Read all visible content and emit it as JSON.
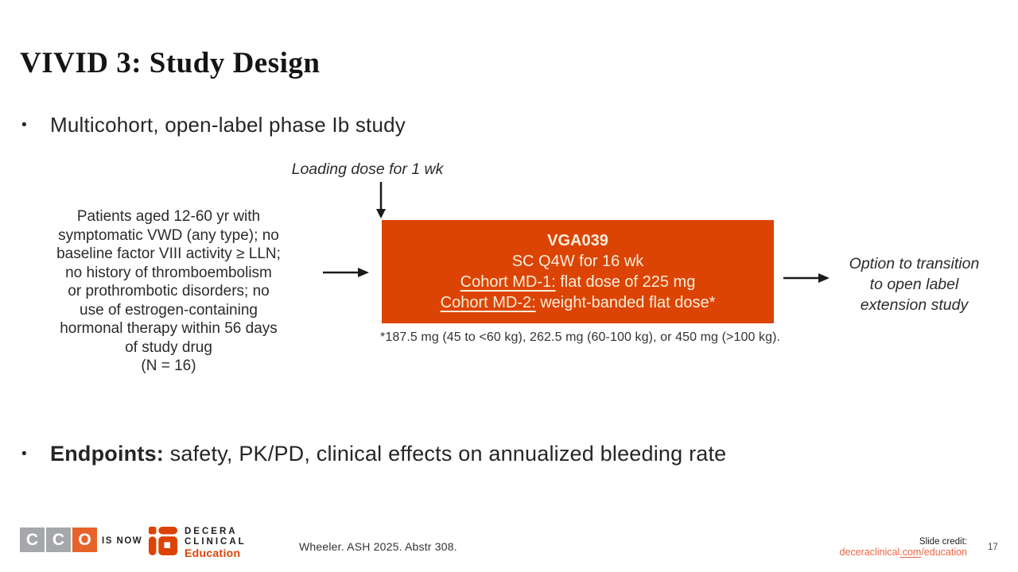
{
  "slide": {
    "title": "VIVID 3: Study Design",
    "bullet_marker": "•",
    "bullet_first": "Multicohort, open-label phase Ib study",
    "endpoints_label": "Endpoints:",
    "endpoints_rest": " safety, PK/PD, clinical effects on annualized bleeding rate"
  },
  "diagram": {
    "loading_label": "Loading dose for 1 wk",
    "population_lines": [
      "Patients aged 12-60 yr with",
      "symptomatic VWD (any type); no",
      "baseline factor VIII activity ≥ LLN;",
      "no history of thromboembolism",
      "or prothrombotic disorders; no",
      "use of estrogen-containing",
      "hormonal therapy within 56 days",
      "of study drug",
      "(N = 16)"
    ],
    "box": {
      "title": "VGA039",
      "line2": "SC Q4W for 16 wk",
      "cohort1_label": "Cohort MD-1:",
      "cohort1_rest": " flat dose of 225 mg",
      "cohort2_label": "Cohort MD-2:",
      "cohort2_rest": " weight-banded flat dose*"
    },
    "footnote": "*187.5 mg (45 to <60 kg), 262.5 mg (60-100 kg), or 450 mg (>100 kg).",
    "outcome_lines": [
      "Option to transition",
      "to open label",
      "extension study"
    ]
  },
  "footer": {
    "cco_letters": [
      "C",
      "C",
      "O"
    ],
    "is_now": "IS NOW",
    "decera_line1": "DECERA",
    "decera_line2": "CLINICAL",
    "decera_line3": "Education",
    "citation": "Wheeler. ASH 2025. Abstr 308.",
    "credit_label": "Slide credit:",
    "credit_link_part1": "deceraclinical",
    "credit_link_part2": ".com",
    "credit_link_part3": "/education",
    "page_number": "17"
  },
  "colors": {
    "accent_orange": "#DC4405",
    "cream_text": "#F8EFDB",
    "cco_gray": "#A5A7AA",
    "cco_orange": "#E8622C",
    "link_orange": "#ED6342",
    "arrow_black": "#1a1a1a"
  }
}
